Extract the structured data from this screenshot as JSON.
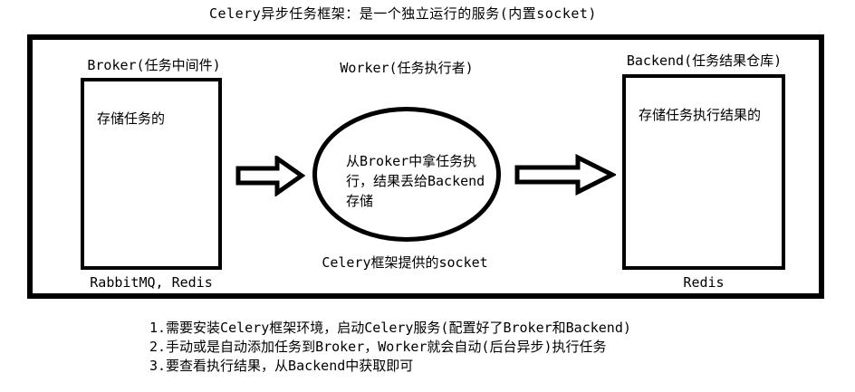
{
  "title": "Celery异步任务框架：是一个独立运行的服务(内置socket)",
  "colors": {
    "ink": "#000000",
    "background": "#ffffff"
  },
  "nodes": {
    "broker": {
      "label": "Broker(任务中间件)",
      "body": "存储任务的",
      "caption": "RabbitMQ, Redis"
    },
    "worker": {
      "label": "Worker(任务执行者)",
      "body": "从Broker中拿任务执行，结果丢给Backend存储",
      "caption": "Celery框架提供的socket"
    },
    "backend": {
      "label": "Backend(任务结果仓库)",
      "body": "存储任务执行结果的",
      "caption": "Redis"
    }
  },
  "arrows": [
    {
      "name": "broker-to-worker",
      "direction": "right"
    },
    {
      "name": "worker-to-backend",
      "direction": "right"
    }
  ],
  "notes": [
    "1.需要安装Celery框架环境，启动Celery服务(配置好了Broker和Backend)",
    "2.手动或是自动添加任务到Broker，Worker就会自动(后台异步)执行任务",
    "3.要查看执行结果，从Backend中获取即可"
  ]
}
